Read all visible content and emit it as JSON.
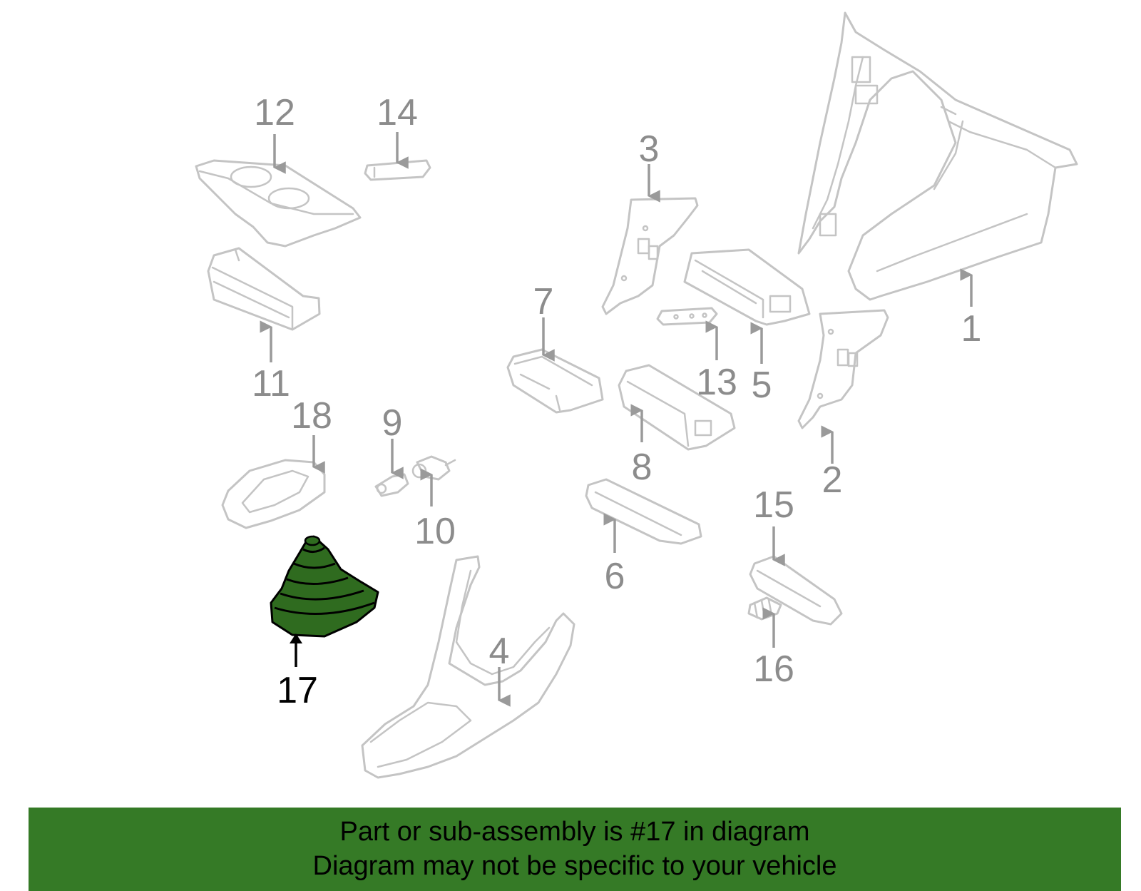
{
  "diagram": {
    "highlighted_part": "17",
    "highlight_color": "#357a26",
    "callouts": {
      "c1": "1",
      "c2": "2",
      "c3": "3",
      "c4": "4",
      "c5": "5",
      "c6": "6",
      "c7": "7",
      "c8": "8",
      "c9": "9",
      "c10": "10",
      "c11": "11",
      "c12": "12",
      "c13": "13",
      "c14": "14",
      "c15": "15",
      "c16": "16",
      "c17": "17",
      "c18": "18"
    }
  },
  "banner": {
    "line1": "Part or sub-assembly is #17 in diagram",
    "line2": "Diagram may not be specific to your vehicle"
  }
}
